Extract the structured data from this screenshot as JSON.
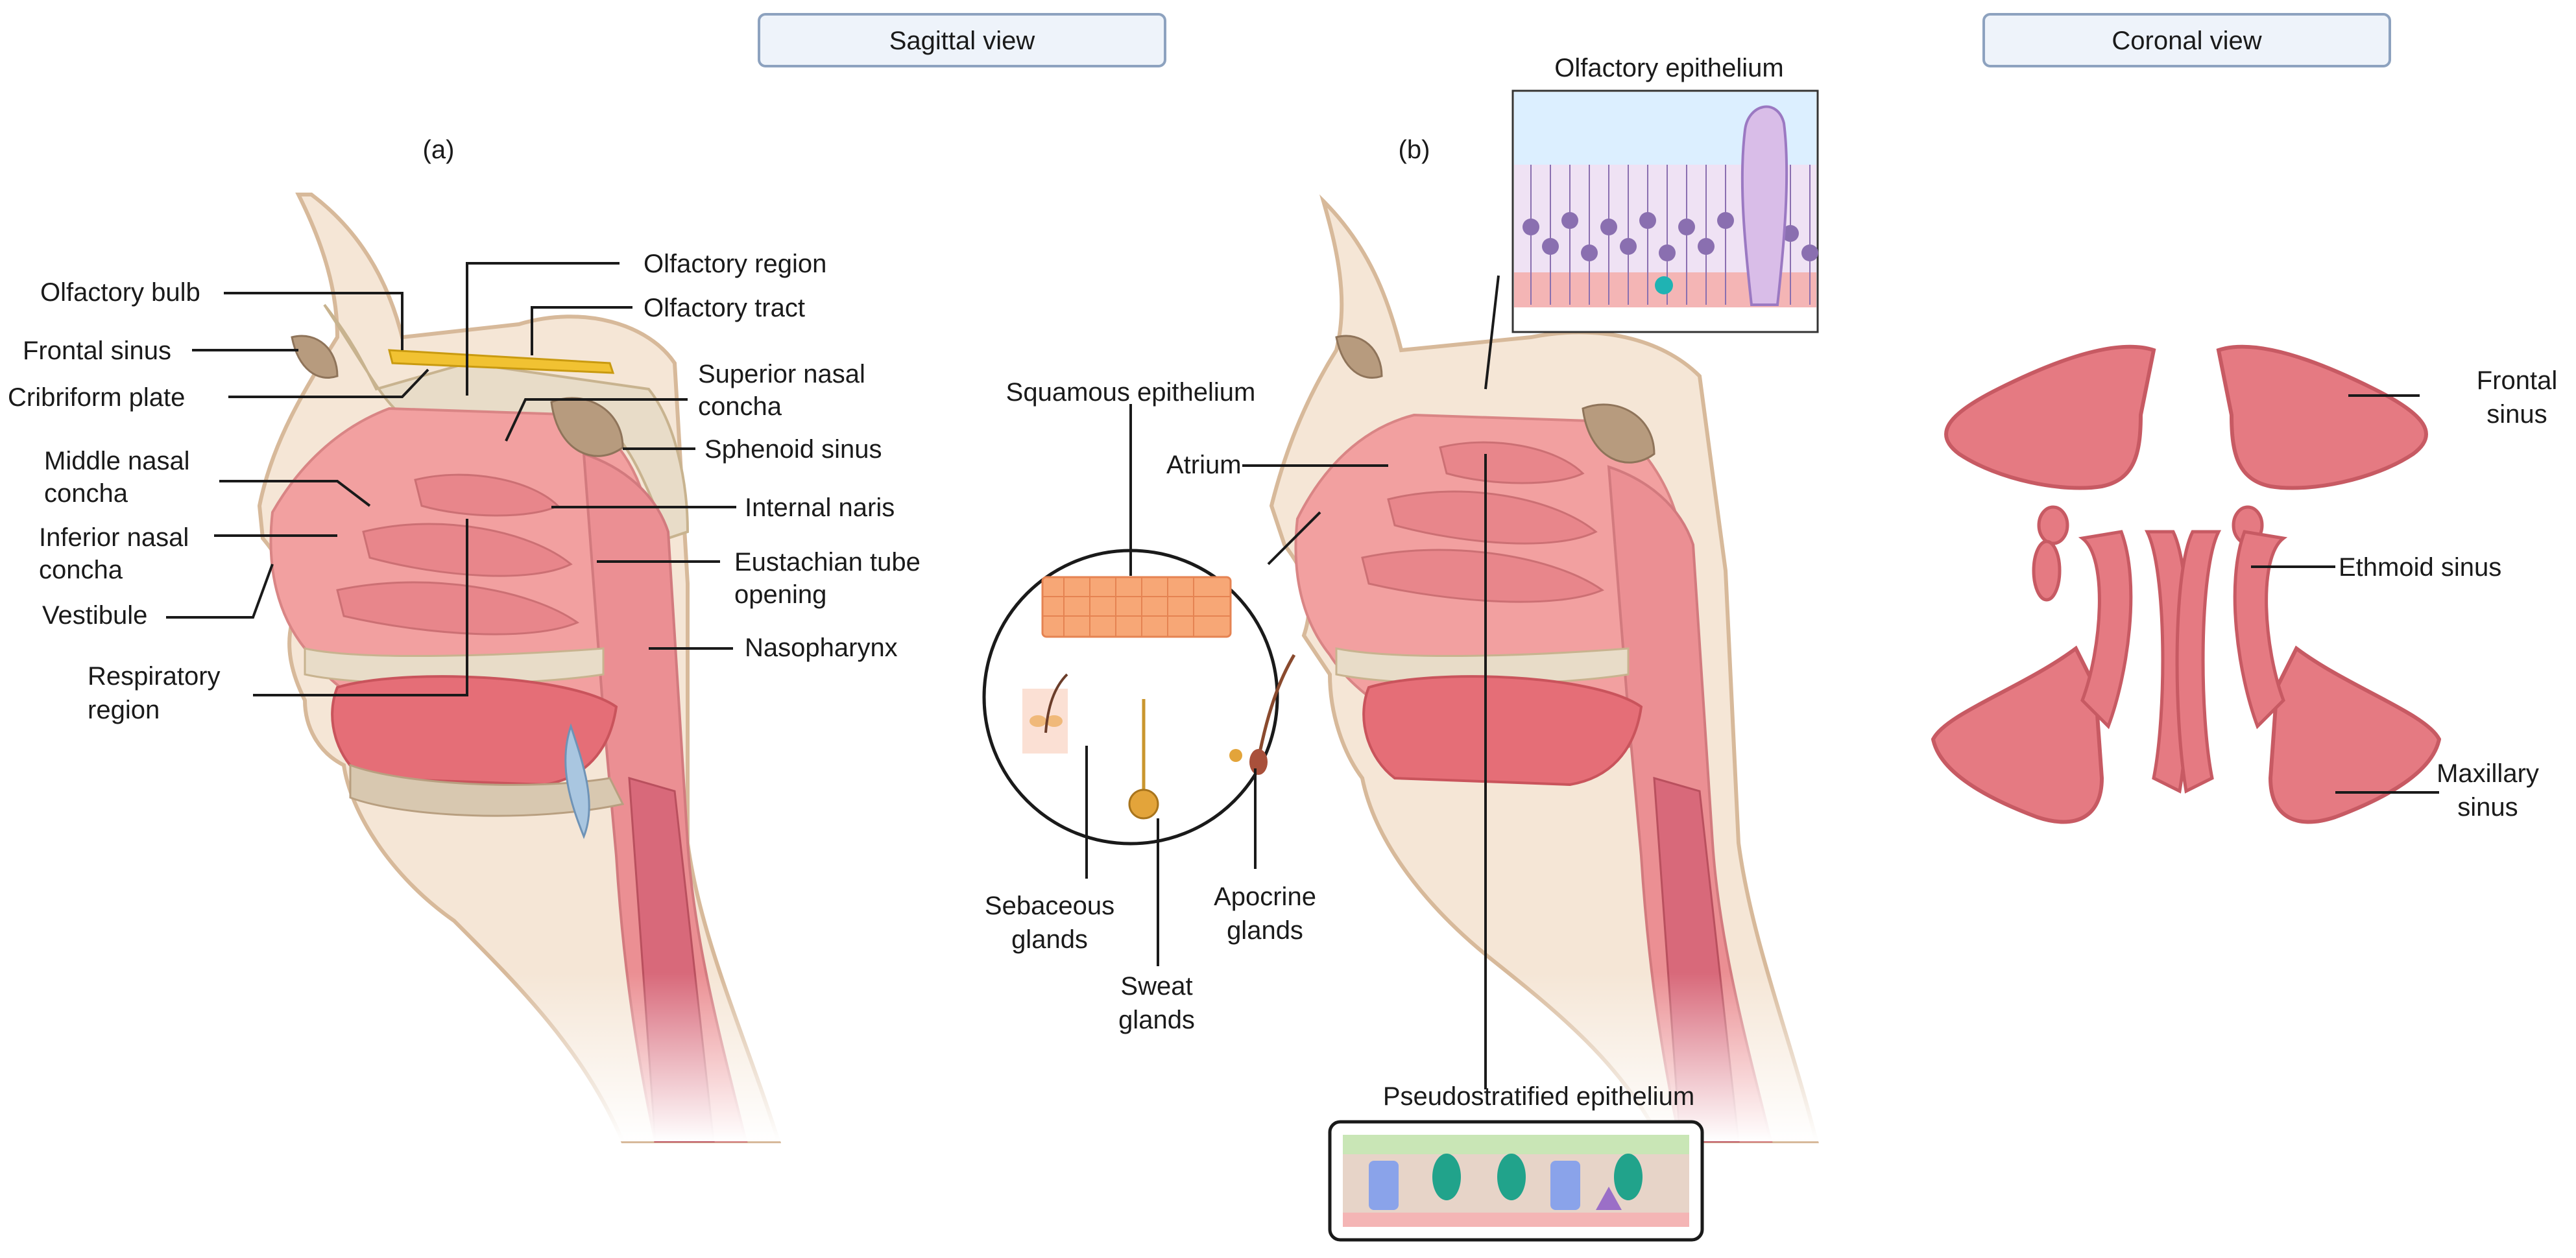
{
  "headers": {
    "sagittal": "Sagittal view",
    "coronal": "Coronal view"
  },
  "panels": {
    "a": "(a)",
    "b": "(b)"
  },
  "sagittal_a_labels": {
    "olfactory_bulb": "Olfactory bulb",
    "frontal_sinus": "Frontal sinus",
    "cribriform_plate": "Cribriform plate",
    "middle_nasal_concha_1": "Middle nasal",
    "middle_nasal_concha_2": "concha",
    "inferior_nasal_concha_1": "Inferior nasal",
    "inferior_nasal_concha_2": "concha",
    "vestibule": "Vestibule",
    "respiratory_region_1": "Respiratory",
    "respiratory_region_2": "region",
    "olfactory_region": "Olfactory region",
    "olfactory_tract": "Olfactory tract",
    "superior_nasal_concha_1": "Superior nasal",
    "superior_nasal_concha_2": "concha",
    "sphenoid_sinus": "Sphenoid sinus",
    "internal_naris": "Internal naris",
    "eustachian_1": "Eustachian tube",
    "eustachian_2": "opening",
    "nasopharynx": "Nasopharynx"
  },
  "sagittal_b_labels": {
    "olfactory_epithelium": "Olfactory  epithelium",
    "squamous_epithelium": "Squamous epithelium",
    "atrium": "Atrium",
    "sebaceous_1": "Sebaceous",
    "sebaceous_2": "glands",
    "sweat_1": "Sweat",
    "sweat_2": "glands",
    "apocrine_1": "Apocrine",
    "apocrine_2": "glands",
    "pseudostratified": "Pseudostratified epithelium"
  },
  "coronal_labels": {
    "frontal_sinus_1": "Frontal",
    "frontal_sinus_2": "sinus",
    "ethmoid_sinus": "Ethmoid sinus",
    "maxillary_sinus_1": "Maxillary",
    "maxillary_sinus_2": "sinus"
  },
  "colors": {
    "mucosa": "#f2a0a0",
    "mucosa_dark": "#e07a80",
    "bone": "#e8dcc8",
    "sinus": "#b79b7e",
    "olfactory_bulb": "#f1c232",
    "coronal_sinus": "#e57a82",
    "header_border": "#8da2bf"
  }
}
